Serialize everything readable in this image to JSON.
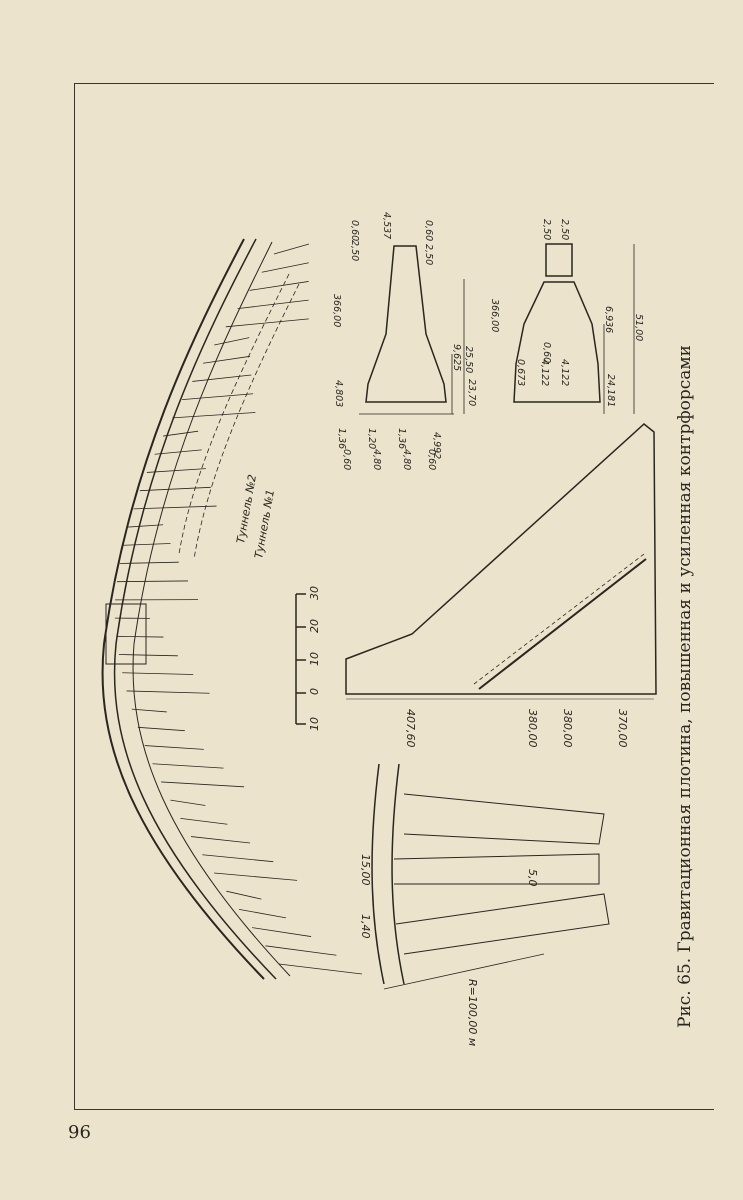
{
  "page": {
    "number": "96"
  },
  "figure": {
    "caption": "Рис. 65. Гравитационная плотина, повышенная и усиленная контрфорсами",
    "plan": {
      "tunnel_1": "Туннель №1",
      "tunnel_2": "Туннель №2"
    },
    "scale": {
      "ticks": [
        "10",
        "0",
        "10",
        "20",
        "30"
      ]
    },
    "section_left": {
      "labels": [
        "4,537",
        "0,60",
        "2,50",
        "0,60",
        "2,50",
        "366,00",
        "25,50",
        "9,625",
        "23,70",
        "4,803",
        "1,36",
        "1,20",
        "1,36",
        "4,992",
        "0,60",
        "4,80",
        "4,80",
        "0,60"
      ]
    },
    "section_right": {
      "labels": [
        "2,50",
        "2,50",
        "366,00",
        "6,936",
        "51,00",
        "0,60",
        "0,673",
        "4,122",
        "4,122",
        "24,181"
      ]
    },
    "profile": {
      "levels": [
        "407,60",
        "380,00",
        "380,00",
        "370,00"
      ]
    },
    "detail": {
      "labels": [
        "1,40",
        "15,00",
        "5,0",
        "R=100,00 м"
      ]
    }
  }
}
